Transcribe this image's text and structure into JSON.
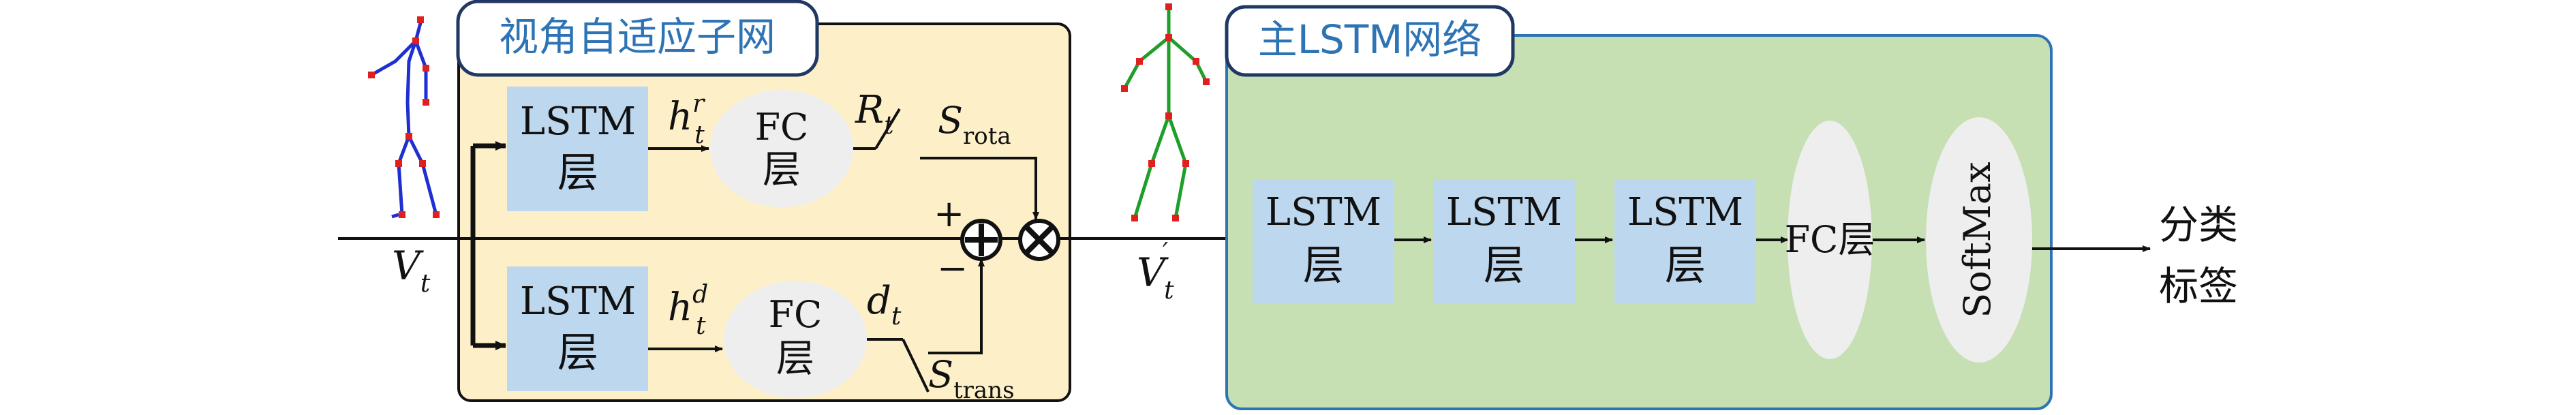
{
  "view_subnet": {
    "title": "视角自适应子网",
    "lstm_top": [
      "LSTM",
      "层"
    ],
    "lstm_bottom": [
      "LSTM",
      "层"
    ],
    "fc_top": [
      "FC",
      "层"
    ],
    "fc_bottom": [
      "FC",
      "层"
    ],
    "h_top": {
      "base": "h",
      "sup": "r",
      "sub": "t"
    },
    "h_bottom": {
      "base": "h",
      "sup": "d",
      "sub": "t"
    },
    "r_label": {
      "base": "R",
      "sub": "t"
    },
    "d_label": {
      "base": "d",
      "sub": "t"
    },
    "s_rota": {
      "base": "S",
      "sub": "rota"
    },
    "s_trans": {
      "base": "S",
      "sub": "trans"
    },
    "plus_sign": "+",
    "minus_sign": "−"
  },
  "main_lstm": {
    "title": "主LSTM网络",
    "lstm_blocks": [
      [
        "LSTM",
        "层"
      ],
      [
        "LSTM",
        "层"
      ],
      [
        "LSTM",
        "层"
      ]
    ],
    "fc_label": "FC层",
    "softmax_label": "SoftMax"
  },
  "input_label": {
    "base": "V",
    "sub": "t"
  },
  "transformed_label": {
    "base": "V",
    "sub": "t",
    "prime": "′"
  },
  "output_label": [
    "分类",
    "标签"
  ],
  "colors": {
    "view_bg": "#fdf0c9",
    "main_bg": "#c6e0b4",
    "block_fill": "#bdd7ee",
    "ellipse_fill": "#eeeeee",
    "title_color": "#2e74b5",
    "main_border": "#2e74b5",
    "skeleton_blue": "#1f2fd0",
    "skeleton_green": "#1f9e2a",
    "joint_red": "#e0201e"
  }
}
